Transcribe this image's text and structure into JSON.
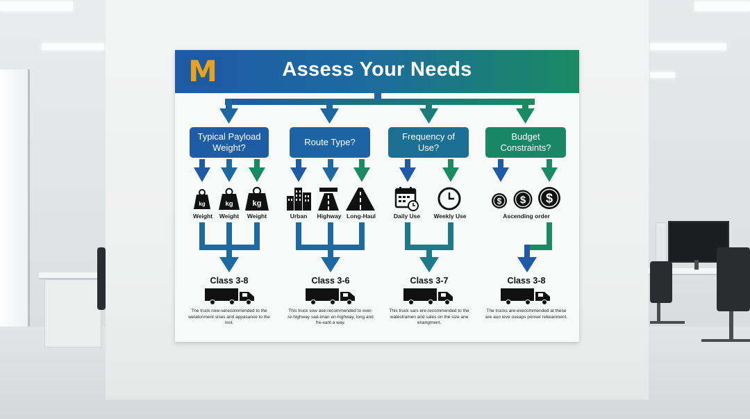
{
  "poster": {
    "title": "Assess Your Needs",
    "logo_letter": "M",
    "colors": {
      "blue": "#1f5aa6",
      "teal": "#1c6aa0",
      "green": "#1a8a62",
      "logo_orange": "#e8a21f"
    }
  },
  "columns": [
    {
      "question": "Typical Payload Weight?",
      "icons": [
        {
          "icon": "kg-weight-icon",
          "label": "Weight",
          "glyph": "kg"
        },
        {
          "icon": "kg-weight-icon",
          "label": "Weight",
          "glyph": "kg"
        },
        {
          "icon": "kg-weight-icon",
          "label": "Weight",
          "glyph": "kg"
        }
      ],
      "class": "Class 3-8",
      "description": "The truck now-serecommended to the wetatcnment sises and appasance to the rost."
    },
    {
      "question": "Route Type?",
      "icons": [
        {
          "icon": "city-buildings-icon",
          "label": "Urban"
        },
        {
          "icon": "highway-road-icon",
          "label": "Highway"
        },
        {
          "icon": "long-road-icon",
          "label": "Long-Haul"
        }
      ],
      "class": "Class 3-6",
      "description": "This truck sow ase-recommended to over-re-highway sad-iman en-highway, long and fre-xant a way."
    },
    {
      "question": "Frequency of Use?",
      "icons": [
        {
          "icon": "calendar-clock-icon",
          "label": "Daily Use"
        },
        {
          "icon": "clock-icon",
          "label": "Weekly Use"
        }
      ],
      "class": "Class 3-7",
      "description": "This truck sars ere-recommended to the watestramen and sales on the size ane enangment."
    },
    {
      "question": "Budget Constraints?",
      "icons": [
        {
          "icon": "dollar-coin-icon",
          "label": ""
        },
        {
          "icon": "dollar-coin-icon",
          "label": ""
        },
        {
          "icon": "dollar-coin-icon",
          "label": ""
        }
      ],
      "icons_caption": "Ascending order",
      "class": "Class 3-8",
      "description": "The trucks are-execommended at these are auo ieve oveaps ponser rekeanment."
    }
  ]
}
